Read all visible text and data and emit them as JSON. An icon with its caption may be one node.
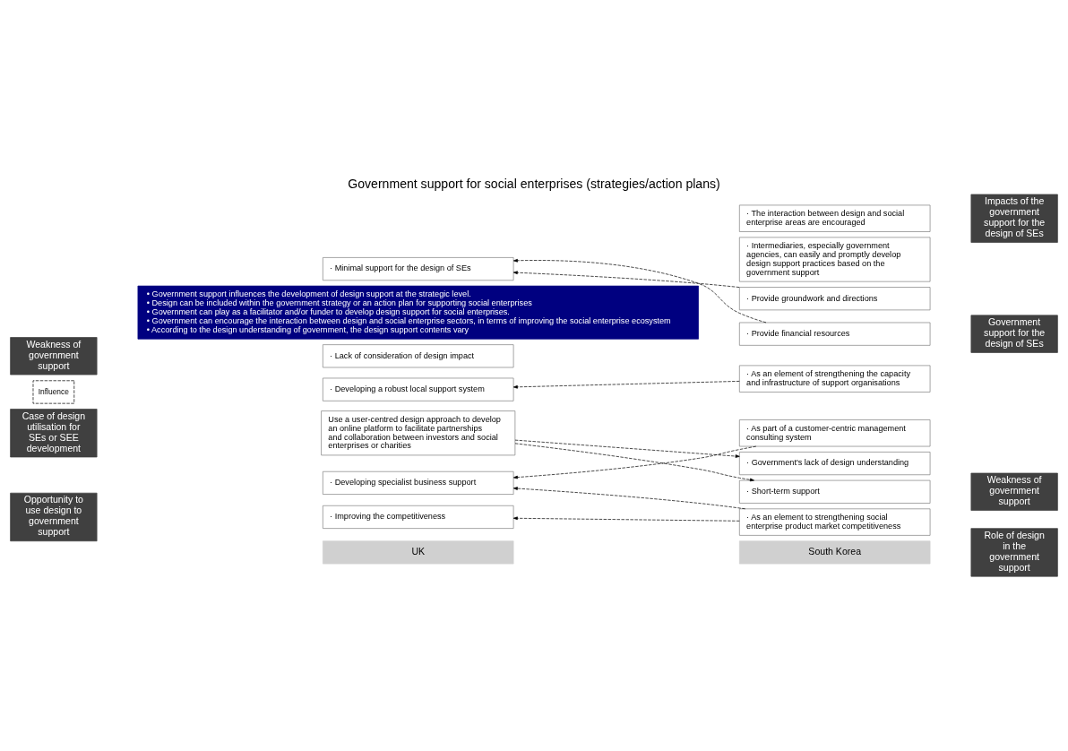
{
  "diagram": {
    "title": "Government support for social enterprises (strategies/action plans)",
    "nodes": [
      {
        "text": [
          "UK"
        ]
      },
      {
        "text": [
          "South Korea"
        ]
      },
      {
        "text": [
          "Case of design utilisation for SEs or SEE development"
        ]
      },
      {
        "text": [
          "Use a user-centred design approach to develop an online platform to facilitate partnerships and collaboration between investors and social enterprises or charities"
        ]
      },
      {
        "text": [
          "Opportunity to use design to government support"
        ]
      },
      {
        "text": [
          "· Improving the competitiveness"
        ]
      },
      {
        "text": [
          "· Developing specialist business support"
        ]
      },
      {
        "text": [
          "· Developing a robust local support system"
        ]
      },
      {
        "text": [
          "Weakness of government support"
        ]
      },
      {
        "text": [
          "· Lack of consideration of design impact"
        ]
      },
      {
        "text": [
          "· Minimal support for the design of SEs"
        ]
      },
      {
        "text": [
          "· As part of a customer-centric management consulting system"
        ]
      },
      {
        "text": [
          "· As an element of strengthening the capacity and infrastructure of support organisations"
        ]
      },
      {
        "text": [
          "· As an element to strengthening social enterprise product market competitiveness"
        ]
      },
      {
        "text": [
          "Role of design in the government support"
        ]
      },
      {
        "text": [
          "· Provide groundwork and directions"
        ]
      },
      {
        "text": [
          "· Provide financial resources"
        ]
      },
      {
        "text": [
          "Government support for the design of SEs"
        ]
      },
      {
        "text": [
          "· Intermediaries, especially government agencies, can easily and promptly develop design support practices based on the government support"
        ]
      },
      {
        "text": [
          "· The interaction between design and social enterprise areas are encouraged"
        ]
      },
      {
        "text": [
          "Impacts of the government support for the design of SEs"
        ]
      },
      {
        "text": [
          "· Government's lack of design understanding"
        ]
      },
      {
        "text": [
          "· Short-term support"
        ]
      },
      {
        "text": [
          "Weakness of government support"
        ]
      },
      {
        "text": [
          "• Government support influences the development of design support at the strategic level.",
          "• Design can be included within the government strategy or an action plan for supporting social enterprises",
          "• Government can play as a facilitator and/or funder to develop design support for social enterprises.",
          "• Government can encourage the interaction between design and social enterprise sectors, in terms of improving the social enterprise ecosystem",
          "• According to the design understanding of government, the design support contents vary"
        ]
      }
    ],
    "edges": [
      {
        "from": 3,
        "to": 21,
        "arrow": "to",
        "style": "dashed"
      },
      {
        "from": 3,
        "to": 22,
        "arrow": "to",
        "style": "dashed"
      },
      {
        "from": 11,
        "to": 6,
        "arrow": "to",
        "style": "dashed"
      },
      {
        "from": 12,
        "to": 7,
        "arrow": "to",
        "style": "dashed"
      },
      {
        "from": 13,
        "to": 5,
        "arrow": "to",
        "style": "dashed"
      },
      {
        "from": 13,
        "to": 6,
        "arrow": "to",
        "style": "dashed"
      },
      {
        "from": 15,
        "to": 10,
        "arrow": "to",
        "style": "dashed"
      },
      {
        "from": 16,
        "to": 10,
        "arrow": "to",
        "style": "dashed"
      }
    ],
    "legend": [
      {
        "text": "Influence"
      }
    ]
  }
}
